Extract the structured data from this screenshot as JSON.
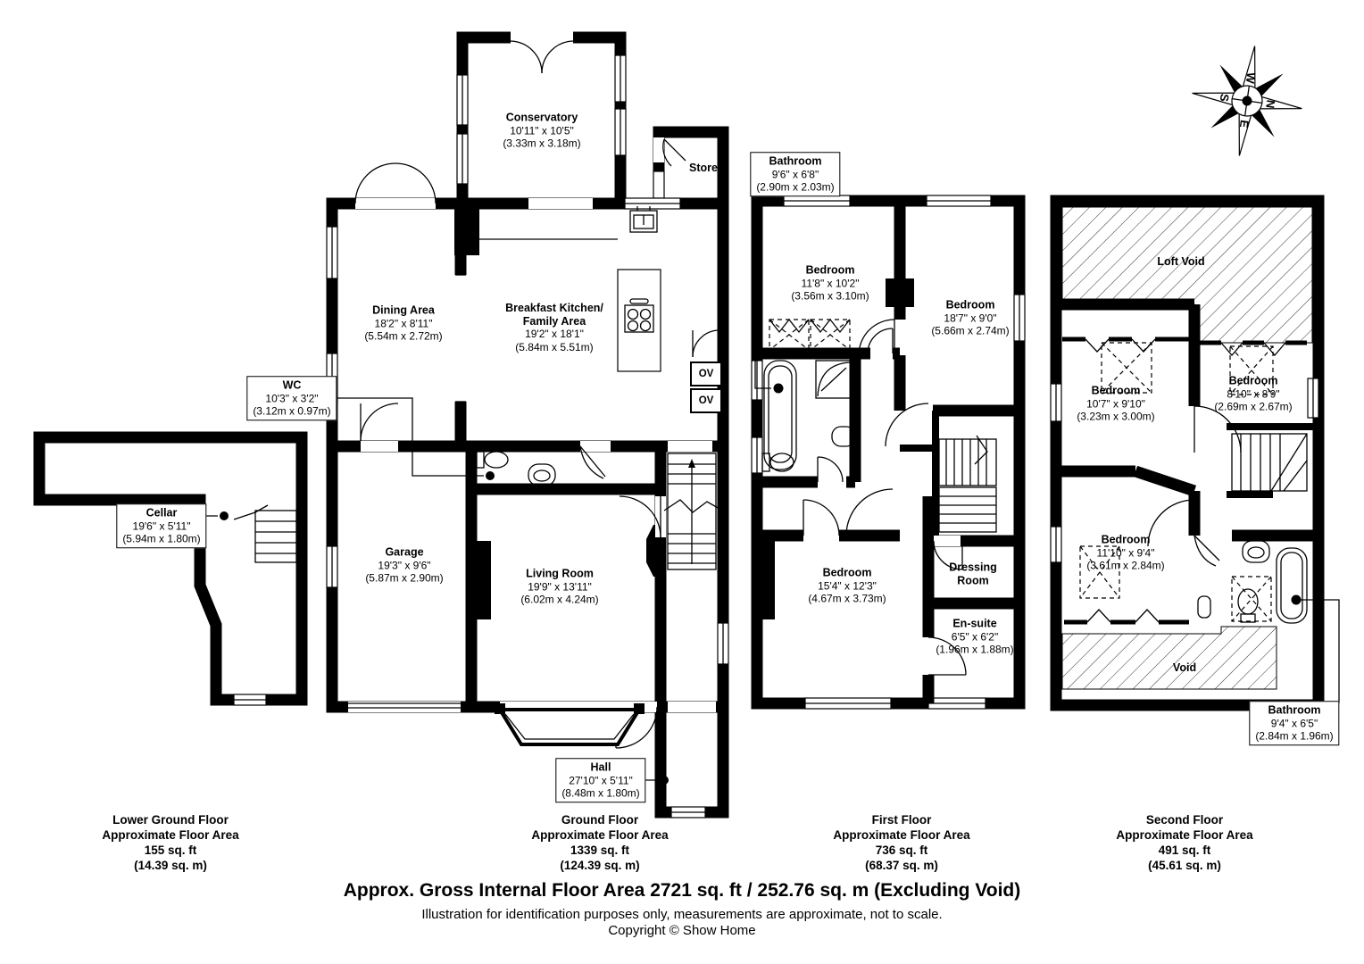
{
  "compass": {
    "n": "N",
    "e": "E",
    "s": "S",
    "w": "W"
  },
  "rooms": {
    "cellar": {
      "name": "Cellar",
      "ft": "19'6\" x 5'11\"",
      "m": "(5.94m x 1.80m)"
    },
    "conservatory": {
      "name": "Conservatory",
      "ft": "10'11\" x 10'5\"",
      "m": "(3.33m x 3.18m)"
    },
    "store": {
      "name": "Store"
    },
    "dining": {
      "name": "Dining Area",
      "ft": "18'2\" x 8'11\"",
      "m": "(5.54m x 2.72m)"
    },
    "kitchen": {
      "name": "Breakfast Kitchen/",
      "name2": "Family Area",
      "ft": "19'2\" x 18'1\"",
      "m": "(5.84m x 5.51m)"
    },
    "wc": {
      "name": "WC",
      "ft": "10'3\" x 3'2\"",
      "m": "(3.12m x 0.97m)"
    },
    "garage": {
      "name": "Garage",
      "ft": "19'3\" x 9'6\"",
      "m": "(5.87m x 2.90m)"
    },
    "living": {
      "name": "Living Room",
      "ft": "19'9\" x 13'11\"",
      "m": "(6.02m x 4.24m)"
    },
    "hall": {
      "name": "Hall",
      "ft": "27'10\" x 5'11\"",
      "m": "(8.48m x 1.80m)"
    },
    "ov1": "OV",
    "ov2": "OV",
    "ff_bathroom": {
      "name": "Bathroom",
      "ft": "9'6\" x 6'8\"",
      "m": "(2.90m x 2.03m)"
    },
    "ff_bed1": {
      "name": "Bedroom",
      "ft": "11'8\" x 10'2\"",
      "m": "(3.56m x 3.10m)"
    },
    "ff_bed2": {
      "name": "Bedroom",
      "ft": "18'7\" x 9'0\"",
      "m": "(5.66m x 2.74m)"
    },
    "ff_bed3": {
      "name": "Bedroom",
      "ft": "15'4\" x 12'3\"",
      "m": "(4.67m x 3.73m)"
    },
    "dressing": {
      "name": "Dressing",
      "name2": "Room"
    },
    "ensuite": {
      "name": "En-suite",
      "ft": "6'5\" x 6'2\"",
      "m": "(1.96m x 1.88m)"
    },
    "loft_void": {
      "name": "Loft Void"
    },
    "sf_bed1": {
      "name": "Bedroom",
      "ft": "10'7\" x 9'10\"",
      "m": "(3.23m x 3.00m)"
    },
    "sf_bed2": {
      "name": "Bedroom",
      "ft": "8'10\" x 8'9\"",
      "m": "(2.69m x 2.67m)"
    },
    "sf_bed3": {
      "name": "Bedroom",
      "ft": "11'10\" x 9'4\"",
      "m": "(3.61m x 2.84m)"
    },
    "void": {
      "name": "Void"
    },
    "sf_bathroom": {
      "name": "Bathroom",
      "ft": "9'4\" x 6'5\"",
      "m": "(2.84m x 1.96m)"
    }
  },
  "floors": [
    {
      "name": "Lower Ground Floor",
      "area_label": "Approximate Floor Area",
      "ft": "155 sq. ft",
      "m": "(14.39 sq. m)"
    },
    {
      "name": "Ground Floor",
      "area_label": "Approximate Floor Area",
      "ft": "1339 sq. ft",
      "m": "(124.39 sq. m)"
    },
    {
      "name": "First Floor",
      "area_label": "Approximate Floor Area",
      "ft": "736 sq. ft",
      "m": "(68.37 sq. m)"
    },
    {
      "name": "Second Floor",
      "area_label": "Approximate Floor Area",
      "ft": "491 sq. ft",
      "m": "(45.61 sq. m)"
    }
  ],
  "footer": {
    "line1": "Approx. Gross Internal Floor Area 2721 sq. ft / 252.76 sq. m (Excluding Void)",
    "line2": "Illustration for identification purposes only, measurements are approximate, not to scale.",
    "line3": "Copyright © Show Home"
  }
}
